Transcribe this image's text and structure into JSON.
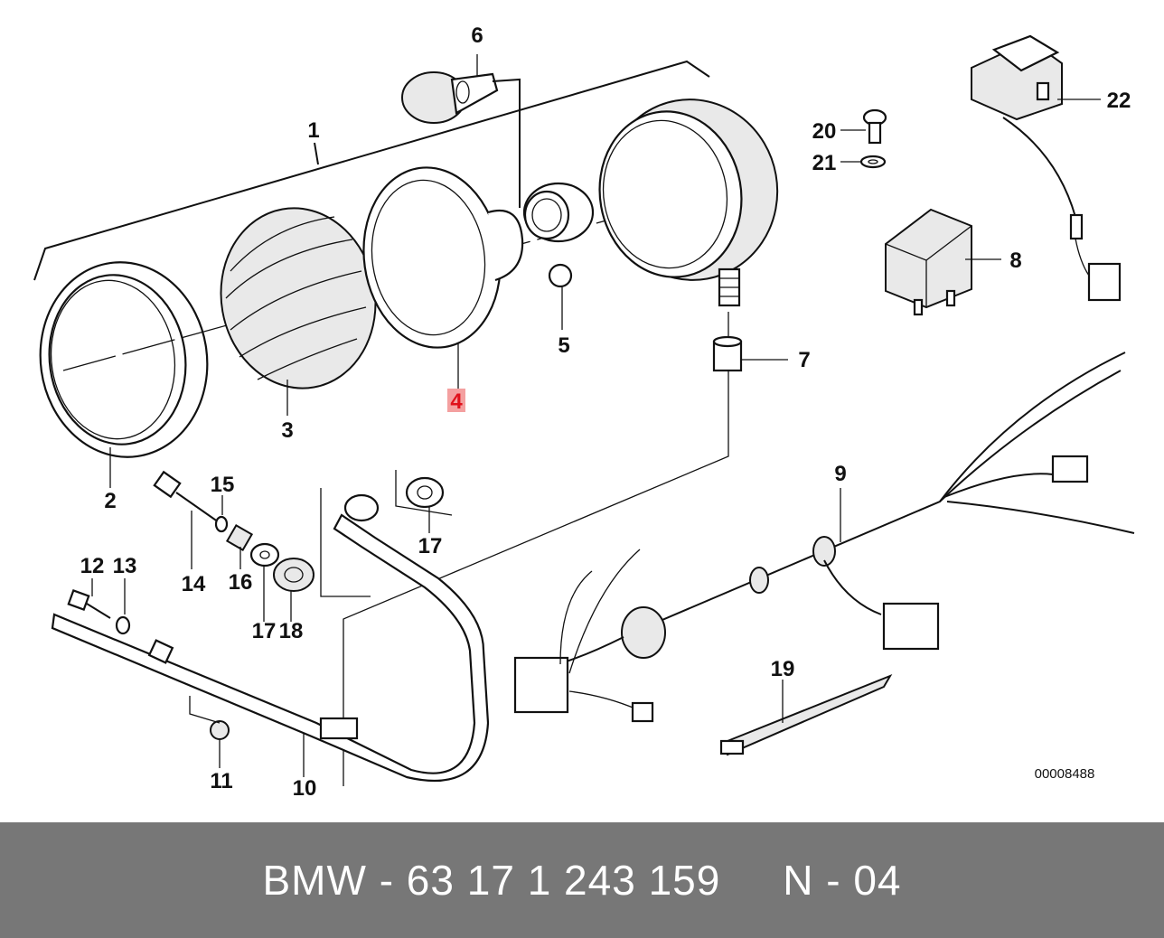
{
  "diagram": {
    "code": "00008488",
    "labels": {
      "p1": "1",
      "p2": "2",
      "p3": "3",
      "p4": "4",
      "p5": "5",
      "p6": "6",
      "p7": "7",
      "p8": "8",
      "p9": "9",
      "p10": "10",
      "p11": "11",
      "p12": "12",
      "p13": "13",
      "p14": "14",
      "p15": "15",
      "p16": "16",
      "p17a": "17",
      "p17b": "17",
      "p18": "18",
      "p19": "19",
      "p20": "20",
      "p21": "21",
      "p22": "22"
    },
    "highlight_color": "#e0111b"
  },
  "footer": {
    "text": "BMW - 63 17 1 243 159     N - 04",
    "background": "#777777"
  }
}
